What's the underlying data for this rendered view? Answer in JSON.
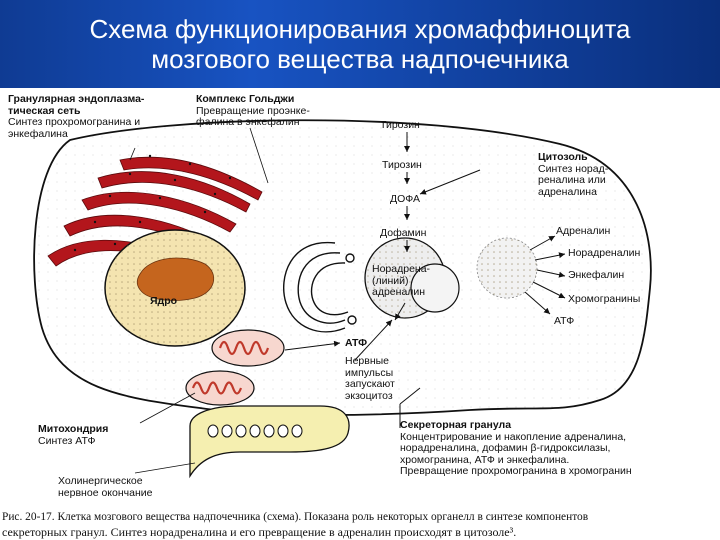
{
  "slide": {
    "title_line1": "Схема функционирования хромаффиноцита",
    "title_line2": "мозгового вещества надпочечника"
  },
  "colors": {
    "header_blue": "#1853c2",
    "reticulum_red": "#b3161c",
    "nucleolus_orange": "#c5651e",
    "nucleus_fill": "#f4e4b0",
    "mitochondria_red": "#c0392b",
    "nerve_ending_fill": "#f5efb0"
  },
  "labels": {
    "reticulum": {
      "title_line1": "Гранулярная эндоплазма-",
      "title_line2": "тическая сеть",
      "desc_line1": "Синтез прохромогранина и",
      "desc_line2": "энкефалина"
    },
    "golgi": {
      "title": "Комплекс Гольджи",
      "desc_line1": "Превращение проэнке-",
      "desc_line2": "фалина в энкефалин"
    },
    "pathway": {
      "tyrosine_top": "Тирозин",
      "tyrosine": "Тирозин",
      "dopa": "ДОФА",
      "dopamine": "Дофамин",
      "noradrenaline_line1": "Норадрена-",
      "noradrenaline_line2": "(линий)",
      "noradrenaline_line3": "адреналин"
    },
    "cytosol": {
      "title": "Цитозоль",
      "desc_line1": "Синтез норад-",
      "desc_line2": "реналина или",
      "desc_line3": "адреналина"
    },
    "released": {
      "adrenaline": "Адреналин",
      "noradrenaline": "Норадреналин",
      "enkephalin": "Энкефалин",
      "chromogranins": "Хромогранины",
      "atp": "АТФ"
    },
    "nucleus": "Ядро",
    "atp_mito": "АТФ",
    "nerve_impulses": {
      "line1": "Нервные",
      "line2": "импульсы",
      "line3": "запускают",
      "line4": "экзоцитоз"
    },
    "mitochondrion": {
      "title": "Митохондрия",
      "desc": "Синтез АТФ"
    },
    "cholinergic": {
      "line1": "Холинергическое",
      "line2": "нервное окончание"
    },
    "secretory": {
      "title": "Секреторная гранула",
      "line1": "Концентрирование и накопление адреналина,",
      "line2": "норадреналина, дофамин β-гидроксилазы,",
      "line3": "хромогранина, АТФ и энкефалина.",
      "line4": "Превращение прохромогранина в хромогранин"
    }
  },
  "caption": {
    "line1": "Рис. 20-17. Клетка мозгового вещества надпочечника (схема). Показана роль некоторых органелл в синтезе компонентов",
    "line2": "секреторных гранул. Синтез норадреналина и его превращение в адреналин происходят в цитозоле³."
  }
}
